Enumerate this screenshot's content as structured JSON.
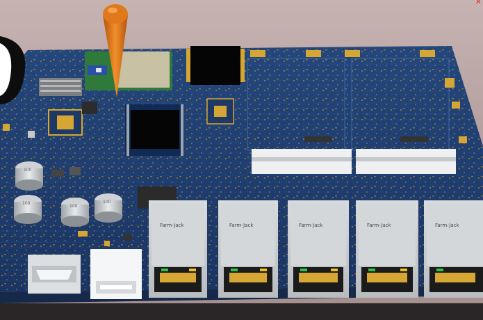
{
  "colors": {
    "background": "#b9a5a3",
    "pcb": "#1f3a66",
    "pcb_edge": "#16294a",
    "pad_gold": "#d6a634",
    "connector_white": "#e9ecef",
    "rj45_shell": "#cfd2d4",
    "marker_orange": "#e0791c",
    "chip_black": "#050505"
  },
  "icons": {
    "probe_marker": "cone-marker-icon",
    "ethernet_port": "rj45-port-icon"
  },
  "rj45_labels": [
    "Farm-Jack",
    "Farm-Jack",
    "Farm-Jack",
    "Farm-Jack",
    "Farm-Jack"
  ],
  "capacitor_marks": [
    "100",
    "100",
    "100",
    "100"
  ]
}
